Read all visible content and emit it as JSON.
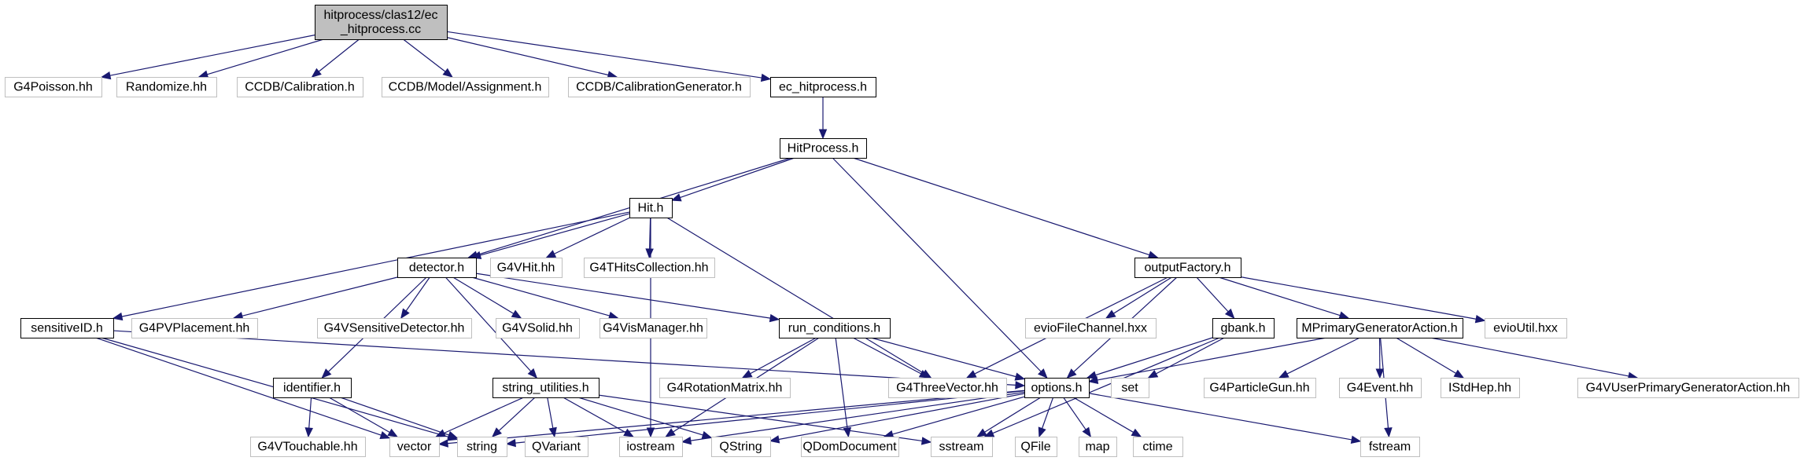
{
  "colors": {
    "root_fill": "#bfbfbf",
    "root_border": "#000000",
    "project_border": "#000000",
    "external_border": "#bfbfbf",
    "node_fill": "#ffffff",
    "edge": "#191970"
  },
  "nodes": {
    "root": {
      "label_lines": [
        "hitprocess/clas12/ec",
        "_hitprocess.cc"
      ],
      "kind": "root"
    },
    "g4poisson": {
      "label_lines": [
        "G4Poisson.hh"
      ],
      "kind": "external"
    },
    "randomize": {
      "label_lines": [
        "Randomize.hh"
      ],
      "kind": "external"
    },
    "ccdb_calibration": {
      "label_lines": [
        "CCDB/Calibration.h"
      ],
      "kind": "external"
    },
    "ccdb_assignment": {
      "label_lines": [
        "CCDB/Model/Assignment.h"
      ],
      "kind": "external"
    },
    "ccdb_calibgen": {
      "label_lines": [
        "CCDB/CalibrationGenerator.h"
      ],
      "kind": "external"
    },
    "ec_hitprocess": {
      "label_lines": [
        "ec_hitprocess.h"
      ],
      "kind": "project"
    },
    "hitprocess": {
      "label_lines": [
        "HitProcess.h"
      ],
      "kind": "project"
    },
    "hit": {
      "label_lines": [
        "Hit.h"
      ],
      "kind": "project"
    },
    "outputfactory": {
      "label_lines": [
        "outputFactory.h"
      ],
      "kind": "project"
    },
    "detector": {
      "label_lines": [
        "detector.h"
      ],
      "kind": "project"
    },
    "g4vhit": {
      "label_lines": [
        "G4VHit.hh"
      ],
      "kind": "external"
    },
    "g4thitscollection": {
      "label_lines": [
        "G4THitsCollection.hh"
      ],
      "kind": "external"
    },
    "sensitiveid": {
      "label_lines": [
        "sensitiveID.h"
      ],
      "kind": "project"
    },
    "g4pvplacement": {
      "label_lines": [
        "G4PVPlacement.hh"
      ],
      "kind": "external"
    },
    "g4vsensitivedetector": {
      "label_lines": [
        "G4VSensitiveDetector.hh"
      ],
      "kind": "external"
    },
    "g4vsolid": {
      "label_lines": [
        "G4VSolid.hh"
      ],
      "kind": "external"
    },
    "g4vismanager": {
      "label_lines": [
        "G4VisManager.hh"
      ],
      "kind": "external"
    },
    "run_conditions": {
      "label_lines": [
        "run_conditions.h"
      ],
      "kind": "project"
    },
    "eviofilechannel": {
      "label_lines": [
        "evioFileChannel.hxx"
      ],
      "kind": "external"
    },
    "gbank": {
      "label_lines": [
        "gbank.h"
      ],
      "kind": "project"
    },
    "mprimary": {
      "label_lines": [
        "MPrimaryGeneratorAction.h"
      ],
      "kind": "project"
    },
    "evioutil": {
      "label_lines": [
        "evioUtil.hxx"
      ],
      "kind": "external"
    },
    "identifier": {
      "label_lines": [
        "identifier.h"
      ],
      "kind": "project"
    },
    "string_utilities": {
      "label_lines": [
        "string_utilities.h"
      ],
      "kind": "project"
    },
    "g4rotationmatrix": {
      "label_lines": [
        "G4RotationMatrix.hh"
      ],
      "kind": "external"
    },
    "g4threevector": {
      "label_lines": [
        "G4ThreeVector.hh"
      ],
      "kind": "external"
    },
    "options": {
      "label_lines": [
        "options.h"
      ],
      "kind": "project"
    },
    "set": {
      "label_lines": [
        "set"
      ],
      "kind": "external"
    },
    "g4particlegun": {
      "label_lines": [
        "G4ParticleGun.hh"
      ],
      "kind": "external"
    },
    "g4event": {
      "label_lines": [
        "G4Event.hh"
      ],
      "kind": "external"
    },
    "istdhep": {
      "label_lines": [
        "IStdHep.hh"
      ],
      "kind": "external"
    },
    "g4vuserprimary": {
      "label_lines": [
        "G4VUserPrimaryGeneratorAction.hh"
      ],
      "kind": "external"
    },
    "g4vtouchable": {
      "label_lines": [
        "G4VTouchable.hh"
      ],
      "kind": "external"
    },
    "vector": {
      "label_lines": [
        "vector"
      ],
      "kind": "external"
    },
    "string": {
      "label_lines": [
        "string"
      ],
      "kind": "external"
    },
    "qvariant": {
      "label_lines": [
        "QVariant"
      ],
      "kind": "external"
    },
    "iostream": {
      "label_lines": [
        "iostream"
      ],
      "kind": "external"
    },
    "qstring": {
      "label_lines": [
        "QString"
      ],
      "kind": "external"
    },
    "qdomdocument": {
      "label_lines": [
        "QDomDocument"
      ],
      "kind": "external"
    },
    "sstream": {
      "label_lines": [
        "sstream"
      ],
      "kind": "external"
    },
    "qfile": {
      "label_lines": [
        "QFile"
      ],
      "kind": "external"
    },
    "map": {
      "label_lines": [
        "map"
      ],
      "kind": "external"
    },
    "ctime": {
      "label_lines": [
        "ctime"
      ],
      "kind": "external"
    },
    "fstream": {
      "label_lines": [
        "fstream"
      ],
      "kind": "external"
    }
  },
  "edges": [
    [
      "root",
      "g4poisson"
    ],
    [
      "root",
      "randomize"
    ],
    [
      "root",
      "ccdb_calibration"
    ],
    [
      "root",
      "ccdb_assignment"
    ],
    [
      "root",
      "ccdb_calibgen"
    ],
    [
      "root",
      "ec_hitprocess"
    ],
    [
      "ec_hitprocess",
      "hitprocess"
    ],
    [
      "hitprocess",
      "hit"
    ],
    [
      "hitprocess",
      "detector"
    ],
    [
      "hitprocess",
      "outputfactory"
    ],
    [
      "hitprocess",
      "options"
    ],
    [
      "hit",
      "detector"
    ],
    [
      "hit",
      "g4vhit"
    ],
    [
      "hit",
      "g4thitscollection"
    ],
    [
      "hit",
      "sensitiveid"
    ],
    [
      "hit",
      "g4threevector"
    ],
    [
      "hit",
      "iostream"
    ],
    [
      "detector",
      "identifier"
    ],
    [
      "detector",
      "g4pvplacement"
    ],
    [
      "detector",
      "g4vsensitivedetector"
    ],
    [
      "detector",
      "g4vsolid"
    ],
    [
      "detector",
      "g4vismanager"
    ],
    [
      "detector",
      "run_conditions"
    ],
    [
      "detector",
      "string_utilities"
    ],
    [
      "sensitiveid",
      "vector"
    ],
    [
      "sensitiveid",
      "string"
    ],
    [
      "sensitiveid",
      "options"
    ],
    [
      "run_conditions",
      "g4rotationmatrix"
    ],
    [
      "run_conditions",
      "g4threevector"
    ],
    [
      "run_conditions",
      "options"
    ],
    [
      "run_conditions",
      "iostream"
    ],
    [
      "run_conditions",
      "qdomdocument"
    ],
    [
      "outputfactory",
      "eviofilechannel"
    ],
    [
      "outputfactory",
      "g4threevector"
    ],
    [
      "outputfactory",
      "options"
    ],
    [
      "outputfactory",
      "gbank"
    ],
    [
      "outputfactory",
      "mprimary"
    ],
    [
      "outputfactory",
      "evioutil"
    ],
    [
      "gbank",
      "options"
    ],
    [
      "gbank",
      "set"
    ],
    [
      "gbank",
      "sstream"
    ],
    [
      "mprimary",
      "options"
    ],
    [
      "mprimary",
      "g4particlegun"
    ],
    [
      "mprimary",
      "g4event"
    ],
    [
      "mprimary",
      "istdhep"
    ],
    [
      "mprimary",
      "g4vuserprimary"
    ],
    [
      "mprimary",
      "fstream"
    ],
    [
      "identifier",
      "g4vtouchable"
    ],
    [
      "identifier",
      "vector"
    ],
    [
      "identifier",
      "string"
    ],
    [
      "string_utilities",
      "vector"
    ],
    [
      "string_utilities",
      "string"
    ],
    [
      "string_utilities",
      "qvariant"
    ],
    [
      "string_utilities",
      "iostream"
    ],
    [
      "string_utilities",
      "qstring"
    ],
    [
      "string_utilities",
      "sstream"
    ],
    [
      "options",
      "vector"
    ],
    [
      "options",
      "string"
    ],
    [
      "options",
      "iostream"
    ],
    [
      "options",
      "qstring"
    ],
    [
      "options",
      "qdomdocument"
    ],
    [
      "options",
      "sstream"
    ],
    [
      "options",
      "qfile"
    ],
    [
      "options",
      "map"
    ],
    [
      "options",
      "ctime"
    ],
    [
      "options",
      "fstream"
    ]
  ]
}
